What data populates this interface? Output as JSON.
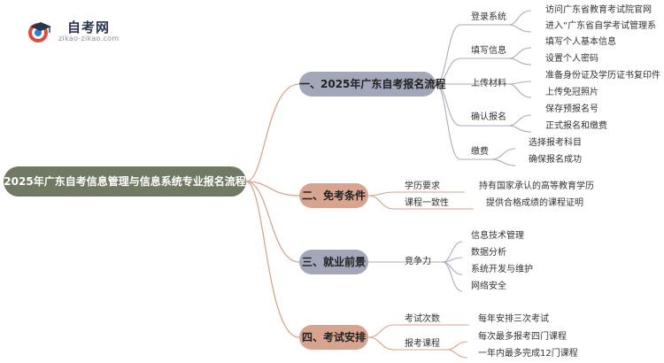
{
  "logo": {
    "title": "自考网",
    "url": "zikao-zikao.com"
  },
  "root": "2025年广东自考信息管理与信息系统专业报名流程",
  "sections": [
    {
      "title": "一、2025年广东自考报名流程",
      "children": [
        {
          "label": "登录系统",
          "items": [
            "访问广东省教育考试院官网",
            "进入“广东省自学考试管理系"
          ]
        },
        {
          "label": "填写信息",
          "items": [
            "填写个人基本信息",
            "设置个人密码"
          ]
        },
        {
          "label": "上传材料",
          "items": [
            "准备身份证及学历证书复印件",
            "上传免冠照片"
          ]
        },
        {
          "label": "确认报名",
          "items": [
            "保存预报名号",
            "正式报名和缴费"
          ]
        },
        {
          "label": "缴费",
          "items": [
            "选择报考科目",
            "确保报名成功"
          ]
        }
      ]
    },
    {
      "title": "二、免考条件",
      "children": [
        {
          "label": "学历要求",
          "items": [
            "持有国家承认的高等教育学历"
          ]
        },
        {
          "label": "课程一致性",
          "items": [
            "提供合格成绩的课程证明"
          ]
        }
      ]
    },
    {
      "title": "三、就业前景",
      "children": [
        {
          "label": "竞争力",
          "items": [
            "信息技术管理",
            "数据分析",
            "系统开发与维护",
            "网络安全"
          ]
        }
      ]
    },
    {
      "title": "四、考试安排",
      "children": [
        {
          "label": "考试次数",
          "items": [
            "每年安排三次考试"
          ]
        },
        {
          "label": "报考课程",
          "items": [
            "每次最多报考四门课程",
            "一年内最多完成12门课程"
          ]
        }
      ]
    }
  ],
  "colors": {
    "root_fill": "#707a63",
    "section_blue": "#a2a7ba",
    "section_orange": "#d7a48f",
    "edge_orange": "#d9a58c",
    "edge_blue": "#a7acbf"
  }
}
